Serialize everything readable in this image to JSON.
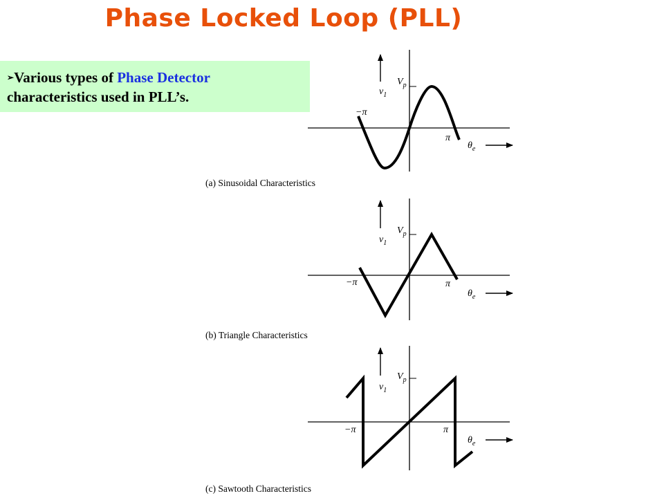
{
  "title": "Phase Locked Loop (PLL)",
  "callout": {
    "bullet": "➢",
    "text_pre": "Various types of ",
    "text_highlight": "Phase Detector",
    "text_post": "characteristics used in PLL’s.",
    "highlight_color": "#1a30e0"
  },
  "colors": {
    "title": "#e8500a",
    "callout_bg": "#ccffcc"
  },
  "graphs": [
    {
      "caption": "(a) Sinusoidal Characteristics",
      "y_label": "v",
      "y_sub": "1",
      "peak_label": "V",
      "peak_sub": "p",
      "neg_pi": "−π",
      "pos_pi": "π",
      "x_label": "θ",
      "x_sub": "e"
    },
    {
      "caption": "(b) Triangle Characteristics",
      "y_label": "v",
      "y_sub": "1",
      "peak_label": "V",
      "peak_sub": "p",
      "neg_pi": "−π",
      "pos_pi": "π",
      "x_label": "θ",
      "x_sub": "e"
    },
    {
      "caption": "(c) Sawtooth Characteristics",
      "y_label": "v",
      "y_sub": "1",
      "peak_label": "V",
      "peak_sub": "p",
      "neg_pi": "−π",
      "pos_pi": "π",
      "x_label": "θ",
      "x_sub": "e"
    }
  ]
}
